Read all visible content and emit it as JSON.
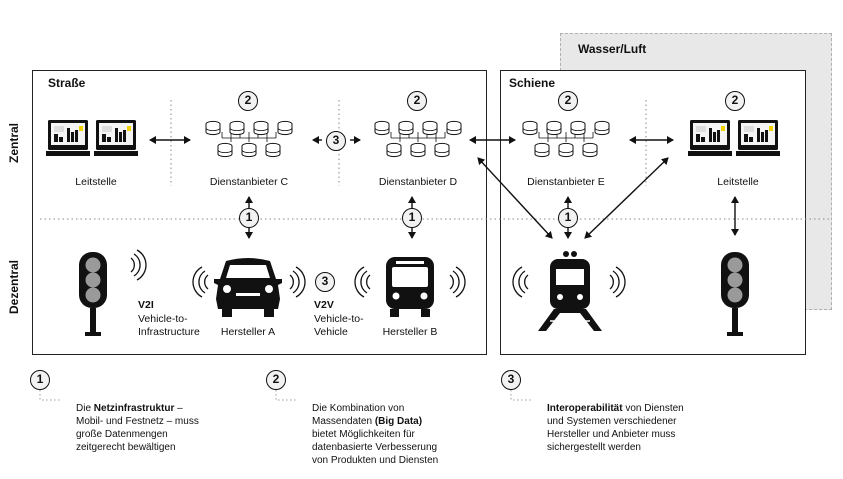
{
  "regions": {
    "strasse": "Straße",
    "schiene": "Schiene",
    "wasser_luft": "Wasser/Luft"
  },
  "side_labels": {
    "zentral": "Zentral",
    "dezentral": "Dezentral"
  },
  "badges": [
    "1",
    "2",
    "3"
  ],
  "zentral_nodes": {
    "leitstelle_left": "Leitstelle",
    "dienst_c": "Dienstanbieter C",
    "dienst_d": "Dienstanbieter D",
    "dienst_e": "Dienstanbieter E",
    "leitstelle_right": "Leitstelle"
  },
  "dezentral_nodes": {
    "v2i_title": "V2I",
    "v2i_line1": "Vehicle-to-",
    "v2i_line2": "Infrastructure",
    "hersteller_a": "Hersteller A",
    "v2v_title": "V2V",
    "v2v_line1": "Vehicle-to-",
    "v2v_line2": "Vehicle",
    "hersteller_b": "Hersteller B"
  },
  "footnotes": {
    "n1_pre": "Die ",
    "n1_bold": "Netzinfrastruktur",
    "n1_post": " –",
    "n1_line2": "Mobil- und Festnetz – muss",
    "n1_line3": "große Datenmengen",
    "n1_line4": "zeitgerecht bewältigen",
    "n2_line1": "Die Kombination von",
    "n2_pre": "Massendaten ",
    "n2_bold": "(Big Data)",
    "n2_line3": "bietet Möglichkeiten für",
    "n2_line4": "datenbasierte Verbesserung",
    "n2_line5": "von Produkten und Diensten",
    "n3_bold": "Interoperabilität",
    "n3_post": " von Diensten",
    "n3_line2": "und Systemen verschiedener",
    "n3_line3": "Hersteller und Anbieter muss",
    "n3_line4": "sichergestellt werden"
  },
  "colors": {
    "ink": "#111111",
    "wasser_bg": "#e8e8e8",
    "badge_fill": "#f2f2f2",
    "screen_fill": "#f4f4f4",
    "accent_yellow": "#f2d200"
  },
  "icons": [
    "computer-icon",
    "database-cluster-icon",
    "traffic-light-icon",
    "car-icon",
    "bus-icon",
    "train-icon",
    "wireless-signal-icon",
    "bidirectional-arrow-icon"
  ]
}
